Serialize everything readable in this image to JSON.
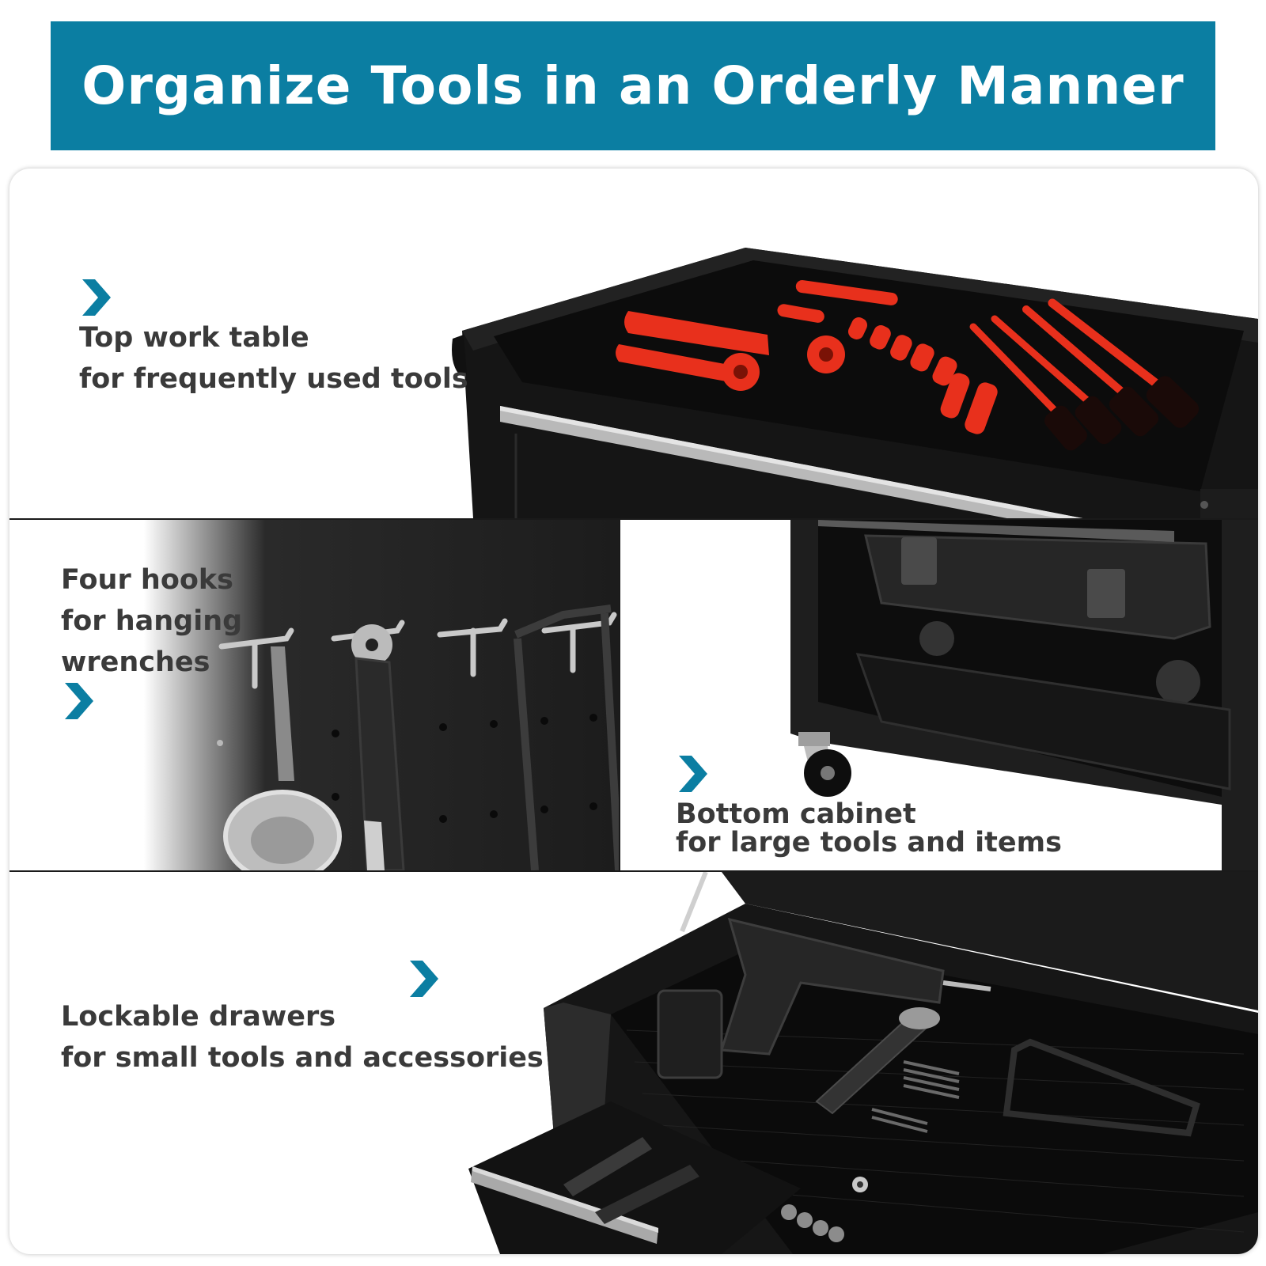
{
  "header": {
    "title": "Organize Tools in an Orderly Manner",
    "bg_color": "#0b7ea2",
    "text_color": "#ffffff"
  },
  "sections": [
    {
      "id": "top",
      "line1": "Top work table",
      "line2": "for frequently used tools",
      "icon": "chevron-right-icon"
    },
    {
      "id": "hooks",
      "line1": "Four hooks",
      "line2": "for hanging",
      "line3": "wrenches",
      "icon": "chevron-right-icon"
    },
    {
      "id": "cabinet",
      "line1": "Bottom cabinet",
      "line2": "for large tools and items",
      "icon": "chevron-right-icon"
    },
    {
      "id": "drawers",
      "line1": "Lockable drawers",
      "line2": "for small tools and accessories",
      "icon": "chevron-right-icon"
    }
  ],
  "colors": {
    "accent": "#0b7ea2",
    "text": "#3a3a3a",
    "cart": "#141414",
    "tool_red": "#e8301c"
  }
}
